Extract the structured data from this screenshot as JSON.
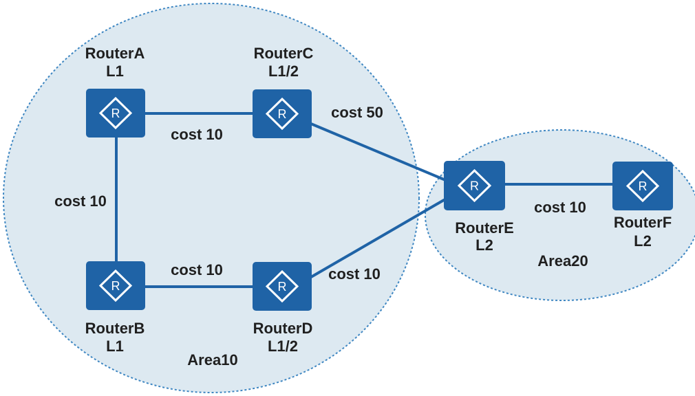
{
  "areas": [
    {
      "id": "area10",
      "label": "Area10"
    },
    {
      "id": "area20",
      "label": "Area20"
    }
  ],
  "routers": [
    {
      "id": "a",
      "name": "RouterA",
      "level": "L1",
      "glyph": "R"
    },
    {
      "id": "b",
      "name": "RouterB",
      "level": "L1",
      "glyph": "R"
    },
    {
      "id": "c",
      "name": "RouterC",
      "level": "L1/2",
      "glyph": "R"
    },
    {
      "id": "d",
      "name": "RouterD",
      "level": "L1/2",
      "glyph": "R"
    },
    {
      "id": "e",
      "name": "RouterE",
      "level": "L2",
      "glyph": "R"
    },
    {
      "id": "f",
      "name": "RouterF",
      "level": "L2",
      "glyph": "R"
    }
  ],
  "links": [
    {
      "id": "a-c",
      "from": "RouterA",
      "to": "RouterC",
      "cost": "cost 10"
    },
    {
      "id": "a-b",
      "from": "RouterA",
      "to": "RouterB",
      "cost": "cost 10"
    },
    {
      "id": "b-d",
      "from": "RouterB",
      "to": "RouterD",
      "cost": "cost 10"
    },
    {
      "id": "c-e",
      "from": "RouterC",
      "to": "RouterE",
      "cost": "cost 50"
    },
    {
      "id": "d-e",
      "from": "RouterD",
      "to": "RouterE",
      "cost": "cost 10"
    },
    {
      "id": "e-f",
      "from": "RouterE",
      "to": "RouterF",
      "cost": "cost 10"
    }
  ],
  "colors": {
    "area_fill": "#dde9f1",
    "area_border": "#3f87c2",
    "router_fill": "#1f63a6",
    "router_glyph": "#ffffff",
    "link": "#1f63a6",
    "text": "#1f1f1f"
  }
}
